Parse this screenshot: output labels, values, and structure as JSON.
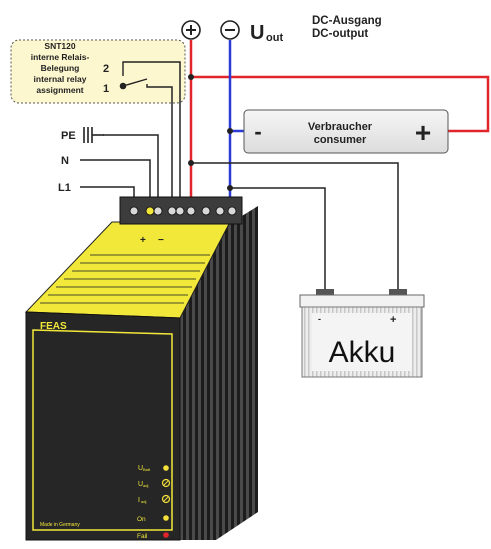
{
  "relay_box": {
    "line1": "SNT120",
    "line2": "interne Relais-",
    "line3": "Belegung",
    "line4": "internal relay",
    "line5": "assignment",
    "pin_top": "2",
    "pin_bottom": "1"
  },
  "terminals": {
    "pe": "PE",
    "n": "N",
    "l1": "L1",
    "plus_symbol": "+",
    "minus_symbol": "−"
  },
  "output": {
    "u_main": "U",
    "u_sub": "out",
    "de": "DC-Ausgang",
    "en": "DC-output"
  },
  "consumer": {
    "minus": "-",
    "plus": "+",
    "de": "Verbraucher",
    "en": "consumer"
  },
  "battery": {
    "label": "Akku",
    "minus": "-",
    "plus": "+"
  },
  "device": {
    "brand": "FEAS",
    "made_in": "Made in Germany",
    "led_labels": [
      "U",
      "U",
      "I",
      "On",
      "Fail"
    ],
    "led_subs": [
      "Batt",
      "adj",
      "adj",
      "",
      ""
    ]
  },
  "colors": {
    "red_wire": "#e0252b",
    "blue_wire": "#2c3bd6",
    "device_yellow": "#f2e83a",
    "device_body": "#262626",
    "box_fill": "#fdf7cf"
  }
}
